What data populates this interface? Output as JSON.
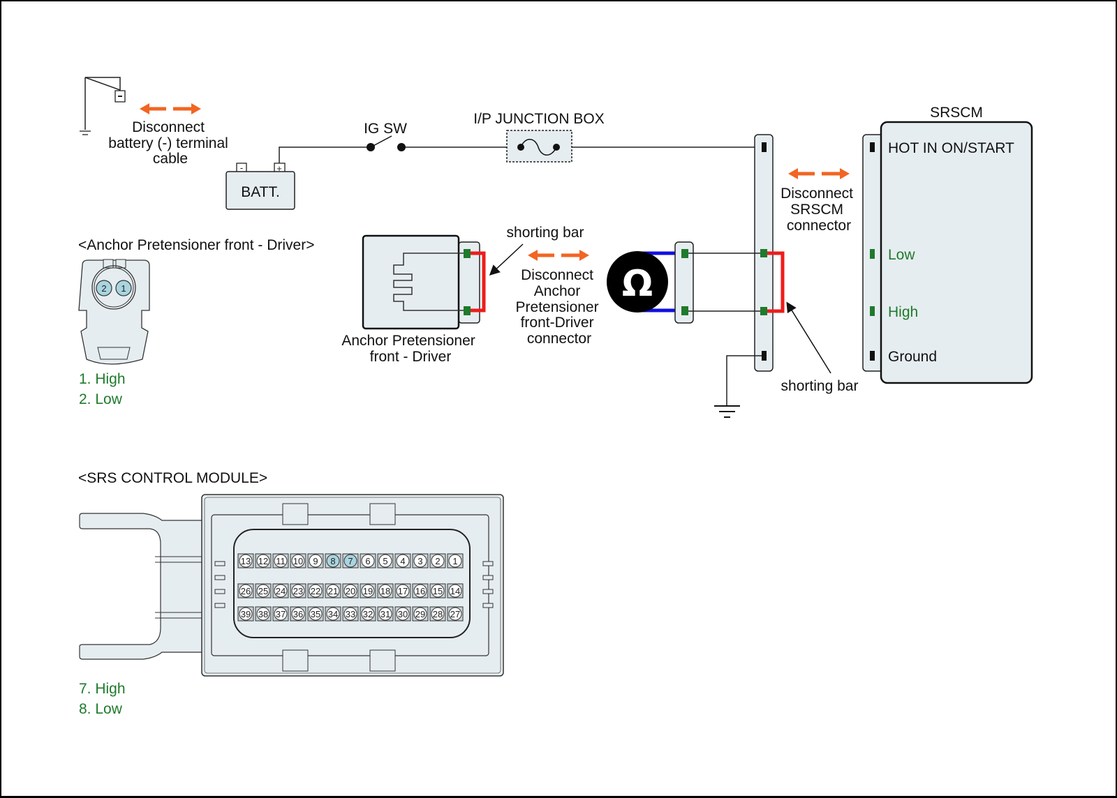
{
  "battery_section": {
    "battery_label": "BATT.",
    "minus_sign": "-",
    "plus_sign": "+",
    "disconnect_lines": [
      "Disconnect",
      "battery (-) terminal",
      "cable"
    ]
  },
  "ig_switch": {
    "label": "IG SW"
  },
  "junction_box": {
    "label": "I/P JUNCTION BOX"
  },
  "srscm": {
    "title": "SRSCM",
    "pins": [
      {
        "label": "HOT IN ON/START",
        "color": "#111111"
      },
      {
        "label": "Low",
        "color": "#1f7a2c"
      },
      {
        "label": "High",
        "color": "#1f7a2c"
      },
      {
        "label": "Ground",
        "color": "#111111"
      }
    ],
    "disconnect_lines": [
      "Disconnect",
      "SRSCM",
      "connector"
    ]
  },
  "pretensioner": {
    "component_lines": [
      "Anchor Pretensioner",
      "front - Driver"
    ],
    "shorting_bar_label": "shorting bar",
    "disconnect_lines": [
      "Disconnect",
      "Anchor",
      "Pretensioner",
      "front-Driver",
      "connector"
    ]
  },
  "ohmmeter": {
    "symbol": "Ω"
  },
  "srscm_shorting_bar_label": "shorting bar",
  "anchor_connector_view": {
    "title": "<Anchor Pretensioner front - Driver>",
    "pin_numbers": [
      "2",
      "1"
    ],
    "legend": [
      "1. High",
      "2. Low"
    ]
  },
  "srs_module_view": {
    "title": "<SRS CONTROL MODULE>",
    "rows": [
      [
        "13",
        "12",
        "11",
        "10",
        "9",
        "8",
        "7",
        "6",
        "5",
        "4",
        "3",
        "2",
        "1"
      ],
      [
        "26",
        "25",
        "24",
        "23",
        "22",
        "21",
        "20",
        "19",
        "18",
        "17",
        "16",
        "15",
        "14"
      ],
      [
        "39",
        "38",
        "37",
        "36",
        "35",
        "34",
        "33",
        "32",
        "31",
        "30",
        "29",
        "28",
        "27"
      ]
    ],
    "highlighted_pins": [
      "7",
      "8"
    ],
    "legend": [
      "7. High",
      "8. Low"
    ]
  },
  "colors": {
    "disconnect_arrow": "#f26522",
    "shorting_bar": "#ee1c1c",
    "meter_lead": "#1010e0",
    "terminal_green": "#1f7a2c",
    "pin_highlight": "#a9d4e0",
    "component_fill": "#e6edf0"
  }
}
